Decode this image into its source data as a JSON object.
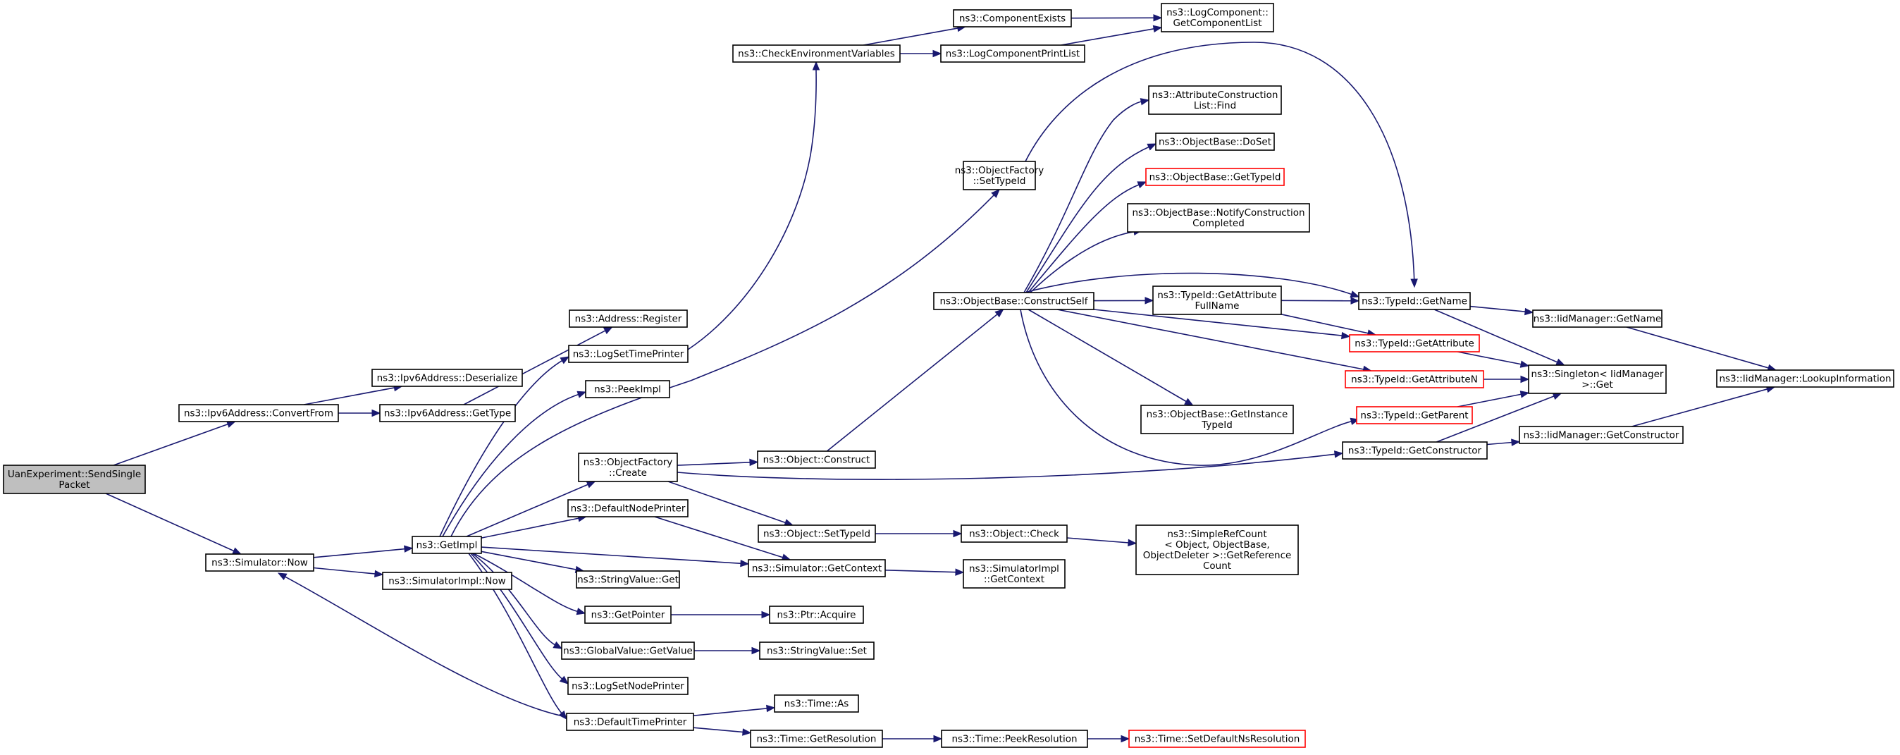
{
  "colors": {
    "edge": "#191970",
    "node_border": "#000000",
    "node_fill": "#ffffff",
    "root_fill": "#bfbfbf",
    "undocumented_border": "#ff0000"
  },
  "nodes": {
    "send": {
      "lines": [
        "UanExperiment::SendSingle",
        "Packet"
      ],
      "kind": "root"
    },
    "convertfrom": {
      "lines": [
        "ns3::Ipv6Address::ConvertFrom"
      ],
      "kind": "normal"
    },
    "simnow": {
      "lines": [
        "ns3::Simulator::Now"
      ],
      "kind": "normal"
    },
    "deserialize": {
      "lines": [
        "ns3::Ipv6Address::Deserialize"
      ],
      "kind": "normal"
    },
    "ipv6gettype": {
      "lines": [
        "ns3::Ipv6Address::GetType"
      ],
      "kind": "normal"
    },
    "getimpl": {
      "lines": [
        "ns3::GetImpl"
      ],
      "kind": "normal"
    },
    "simimplnow": {
      "lines": [
        "ns3::SimulatorImpl::Now"
      ],
      "kind": "normal"
    },
    "addrreg": {
      "lines": [
        "ns3::Address::Register"
      ],
      "kind": "normal"
    },
    "logsettime": {
      "lines": [
        "ns3::LogSetTimePrinter"
      ],
      "kind": "normal"
    },
    "peekimpl": {
      "lines": [
        "ns3::PeekImpl"
      ],
      "kind": "normal"
    },
    "ofcreate": {
      "lines": [
        "ns3::ObjectFactory",
        "::Create"
      ],
      "kind": "normal"
    },
    "defnodeprinter": {
      "lines": [
        "ns3::DefaultNodePrinter"
      ],
      "kind": "normal"
    },
    "strvalget": {
      "lines": [
        "ns3::StringValue::Get"
      ],
      "kind": "normal"
    },
    "getpointer": {
      "lines": [
        "ns3::GetPointer"
      ],
      "kind": "normal"
    },
    "gvgetvalue": {
      "lines": [
        "ns3::GlobalValue::GetValue"
      ],
      "kind": "normal"
    },
    "logsetnode": {
      "lines": [
        "ns3::LogSetNodePrinter"
      ],
      "kind": "normal"
    },
    "deftimeprinter": {
      "lines": [
        "ns3::DefaultTimePrinter"
      ],
      "kind": "normal"
    },
    "checkenv": {
      "lines": [
        "ns3::CheckEnvironmentVariables"
      ],
      "kind": "normal"
    },
    "compexists": {
      "lines": [
        "ns3::ComponentExists"
      ],
      "kind": "normal"
    },
    "logcompprint": {
      "lines": [
        "ns3::LogComponentPrintList"
      ],
      "kind": "normal"
    },
    "getcomplist": {
      "lines": [
        "ns3::LogComponent::",
        "GetComponentList"
      ],
      "kind": "normal"
    },
    "ofsettypeid": {
      "lines": [
        "ns3::ObjectFactory",
        "::SetTypeId"
      ],
      "kind": "normal"
    },
    "objconstruct": {
      "lines": [
        "ns3::Object::Construct"
      ],
      "kind": "normal"
    },
    "objsettypeid": {
      "lines": [
        "ns3::Object::SetTypeId"
      ],
      "kind": "normal"
    },
    "simgetctx": {
      "lines": [
        "ns3::Simulator::GetContext"
      ],
      "kind": "normal"
    },
    "ptracquire": {
      "lines": [
        "ns3::Ptr::Acquire"
      ],
      "kind": "normal"
    },
    "strvalset": {
      "lines": [
        "ns3::StringValue::Set"
      ],
      "kind": "normal"
    },
    "timeas": {
      "lines": [
        "ns3::Time::As"
      ],
      "kind": "normal"
    },
    "timegetres": {
      "lines": [
        "ns3::Time::GetResolution"
      ],
      "kind": "normal"
    },
    "constructself": {
      "lines": [
        "ns3::ObjectBase::ConstructSelf"
      ],
      "kind": "normal"
    },
    "objcheck": {
      "lines": [
        "ns3::Object::Check"
      ],
      "kind": "normal"
    },
    "simimplgetctx": {
      "lines": [
        "ns3::SimulatorImpl",
        "::GetContext"
      ],
      "kind": "normal"
    },
    "timepeekres": {
      "lines": [
        "ns3::Time::PeekResolution"
      ],
      "kind": "normal"
    },
    "acfind": {
      "lines": [
        "ns3::AttributeConstruction",
        "List::Find"
      ],
      "kind": "normal"
    },
    "obdoset": {
      "lines": [
        "ns3::ObjectBase::DoSet"
      ],
      "kind": "normal"
    },
    "obgettypeid": {
      "lines": [
        "ns3::ObjectBase::GetTypeId"
      ],
      "kind": "undocumented"
    },
    "obnotify": {
      "lines": [
        "ns3::ObjectBase::NotifyConstruction",
        "Completed"
      ],
      "kind": "normal"
    },
    "tidgetattrfull": {
      "lines": [
        "ns3::TypeId::GetAttribute",
        "FullName"
      ],
      "kind": "normal"
    },
    "obgetinst": {
      "lines": [
        "ns3::ObjectBase::GetInstance",
        "TypeId"
      ],
      "kind": "normal"
    },
    "simplerefcount": {
      "lines": [
        "ns3::SimpleRefCount",
        "< Object, ObjectBase,",
        "ObjectDeleter >::GetReference",
        "Count"
      ],
      "kind": "normal"
    },
    "setdefaultns": {
      "lines": [
        "ns3::Time::SetDefaultNsResolution"
      ],
      "kind": "undocumented"
    },
    "tidgetname": {
      "lines": [
        "ns3::TypeId::GetName"
      ],
      "kind": "normal"
    },
    "tidgetattr": {
      "lines": [
        "ns3::TypeId::GetAttribute"
      ],
      "kind": "undocumented"
    },
    "tidgetattrn": {
      "lines": [
        "ns3::TypeId::GetAttributeN"
      ],
      "kind": "undocumented"
    },
    "tidgetparent": {
      "lines": [
        "ns3::TypeId::GetParent"
      ],
      "kind": "undocumented"
    },
    "tidgetctor": {
      "lines": [
        "ns3::TypeId::GetConstructor"
      ],
      "kind": "normal"
    },
    "iidgetname": {
      "lines": [
        "ns3::IidManager::GetName"
      ],
      "kind": "normal"
    },
    "singletonget": {
      "lines": [
        "ns3::Singleton< IidManager",
        " >::Get"
      ],
      "kind": "normal"
    },
    "iidgetctor": {
      "lines": [
        "ns3::IidManager::GetConstructor"
      ],
      "kind": "normal"
    },
    "lookupinfo": {
      "lines": [
        "ns3::IidManager::LookupInformation"
      ],
      "kind": "normal"
    }
  },
  "edges": [
    [
      "send",
      "convertfrom"
    ],
    [
      "send",
      "simnow"
    ],
    [
      "convertfrom",
      "deserialize"
    ],
    [
      "convertfrom",
      "ipv6gettype"
    ],
    [
      "ipv6gettype",
      "addrreg"
    ],
    [
      "simnow",
      "getimpl"
    ],
    [
      "simnow",
      "simimplnow"
    ],
    [
      "getimpl",
      "logsettime"
    ],
    [
      "getimpl",
      "peekimpl"
    ],
    [
      "getimpl",
      "ofsettypeid"
    ],
    [
      "getimpl",
      "ofcreate"
    ],
    [
      "getimpl",
      "defnodeprinter"
    ],
    [
      "getimpl",
      "simgetctx"
    ],
    [
      "getimpl",
      "strvalget"
    ],
    [
      "getimpl",
      "getpointer"
    ],
    [
      "getimpl",
      "gvgetvalue"
    ],
    [
      "getimpl",
      "logsetnode"
    ],
    [
      "getimpl",
      "deftimeprinter"
    ],
    [
      "logsettime",
      "checkenv"
    ],
    [
      "checkenv",
      "compexists"
    ],
    [
      "checkenv",
      "logcompprint"
    ],
    [
      "compexists",
      "getcomplist"
    ],
    [
      "logcompprint",
      "getcomplist"
    ],
    [
      "ofsettypeid",
      "tidgetname"
    ],
    [
      "ofcreate",
      "objconstruct"
    ],
    [
      "ofcreate",
      "objsettypeid"
    ],
    [
      "ofcreate",
      "tidgetctor"
    ],
    [
      "objconstruct",
      "constructself"
    ],
    [
      "objsettypeid",
      "objcheck"
    ],
    [
      "defnodeprinter",
      "simgetctx"
    ],
    [
      "simgetctx",
      "simimplgetctx"
    ],
    [
      "getpointer",
      "ptracquire"
    ],
    [
      "gvgetvalue",
      "strvalset"
    ],
    [
      "deftimeprinter",
      "simnow"
    ],
    [
      "deftimeprinter",
      "timeas"
    ],
    [
      "deftimeprinter",
      "timegetres"
    ],
    [
      "timegetres",
      "timepeekres"
    ],
    [
      "timepeekres",
      "setdefaultns"
    ],
    [
      "objcheck",
      "simplerefcount"
    ],
    [
      "constructself",
      "acfind"
    ],
    [
      "constructself",
      "obdoset"
    ],
    [
      "constructself",
      "obgettypeid"
    ],
    [
      "constructself",
      "obnotify"
    ],
    [
      "constructself",
      "tidgetattrfull"
    ],
    [
      "constructself",
      "tidgetname"
    ],
    [
      "constructself",
      "tidgetattr"
    ],
    [
      "constructself",
      "tidgetattrn"
    ],
    [
      "constructself",
      "obgetinst"
    ],
    [
      "constructself",
      "tidgetparent"
    ],
    [
      "tidgetattrfull",
      "tidgetname"
    ],
    [
      "tidgetattrfull",
      "tidgetattr"
    ],
    [
      "tidgetname",
      "iidgetname"
    ],
    [
      "tidgetname",
      "singletonget"
    ],
    [
      "tidgetattr",
      "singletonget"
    ],
    [
      "tidgetattrn",
      "singletonget"
    ],
    [
      "tidgetparent",
      "singletonget"
    ],
    [
      "tidgetctor",
      "singletonget"
    ],
    [
      "tidgetctor",
      "iidgetctor"
    ],
    [
      "iidgetname",
      "lookupinfo"
    ],
    [
      "iidgetctor",
      "lookupinfo"
    ]
  ]
}
